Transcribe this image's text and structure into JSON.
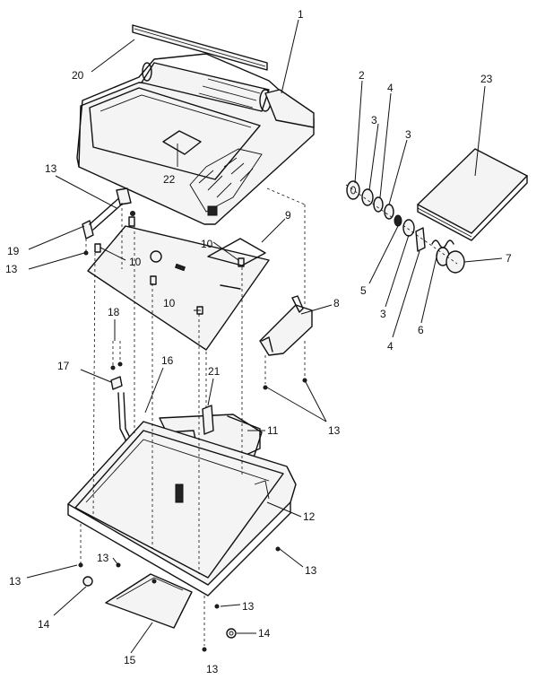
{
  "callouts": [
    {
      "id": "c1",
      "text": "1"
    },
    {
      "id": "c2",
      "text": "2"
    },
    {
      "id": "c3a",
      "text": "3"
    },
    {
      "id": "c3b",
      "text": "3"
    },
    {
      "id": "c3c",
      "text": "3"
    },
    {
      "id": "c4a",
      "text": "4"
    },
    {
      "id": "c4b",
      "text": "4"
    },
    {
      "id": "c5",
      "text": "5"
    },
    {
      "id": "c6",
      "text": "6"
    },
    {
      "id": "c7",
      "text": "7"
    },
    {
      "id": "c8",
      "text": "8"
    },
    {
      "id": "c9",
      "text": "9"
    },
    {
      "id": "c10a",
      "text": "10"
    },
    {
      "id": "c10b",
      "text": "10"
    },
    {
      "id": "c10c",
      "text": "10"
    },
    {
      "id": "c11",
      "text": "11"
    },
    {
      "id": "c12",
      "text": "12"
    },
    {
      "id": "c13a",
      "text": "13"
    },
    {
      "id": "c13b",
      "text": "13"
    },
    {
      "id": "c13c",
      "text": "13"
    },
    {
      "id": "c13d",
      "text": "13"
    },
    {
      "id": "c13e",
      "text": "13"
    },
    {
      "id": "c13f",
      "text": "13"
    },
    {
      "id": "c13g",
      "text": "13"
    },
    {
      "id": "c13h",
      "text": "13"
    },
    {
      "id": "c14a",
      "text": "14"
    },
    {
      "id": "c14b",
      "text": "14"
    },
    {
      "id": "c15",
      "text": "15"
    },
    {
      "id": "c16",
      "text": "16"
    },
    {
      "id": "c17",
      "text": "17"
    },
    {
      "id": "c18",
      "text": "18"
    },
    {
      "id": "c19",
      "text": "19"
    },
    {
      "id": "c20",
      "text": "20"
    },
    {
      "id": "c21",
      "text": "21"
    },
    {
      "id": "c22",
      "text": "22"
    },
    {
      "id": "c23",
      "text": "23"
    }
  ]
}
